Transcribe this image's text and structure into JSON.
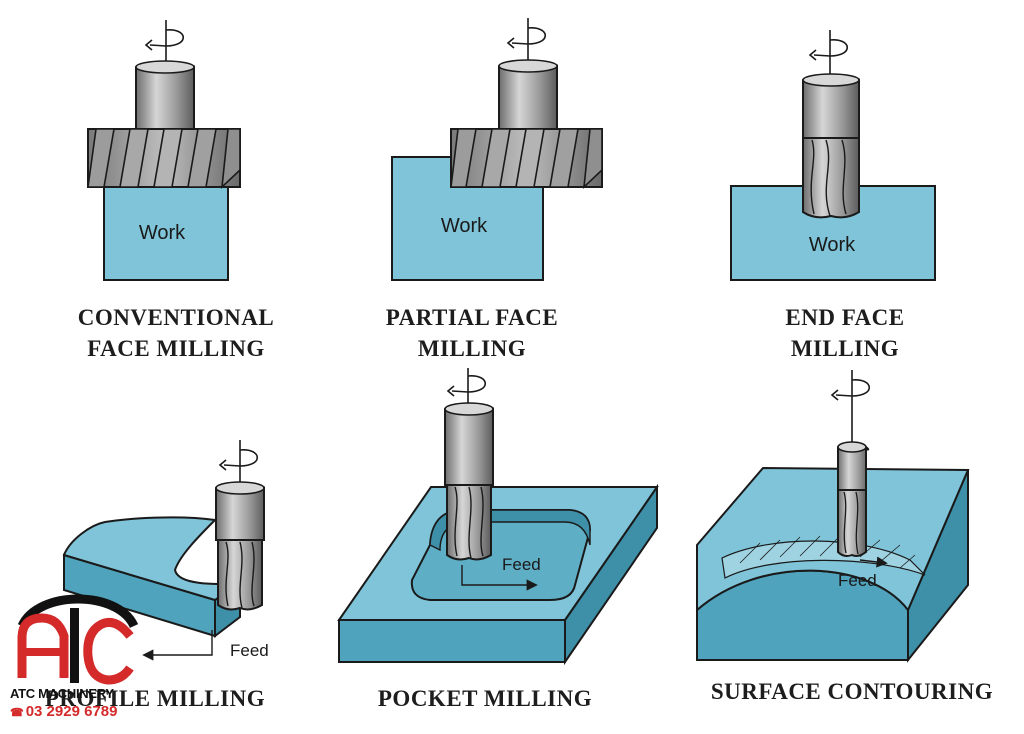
{
  "panels": [
    {
      "caption_lines": [
        "CONVENTIONAL",
        "FACE MILLING"
      ],
      "work_label": "Work"
    },
    {
      "caption_lines": [
        "PARTIAL FACE",
        "MILLING"
      ],
      "work_label": "Work"
    },
    {
      "caption_lines": [
        "END FACE",
        "MILLING"
      ],
      "work_label": "Work"
    },
    {
      "caption_lines": [
        "PROFILE MILLING"
      ],
      "feed_label": "Feed"
    },
    {
      "caption_lines": [
        "POCKET  MILLING"
      ],
      "feed_label": "Feed"
    },
    {
      "caption_lines": [
        "SURFACE CONTOURING"
      ],
      "feed_label": "Feed"
    }
  ],
  "watermark": {
    "brand": "ATC MACHINERY",
    "phone": "03 2929 6789",
    "phone_icon": "phone-icon",
    "colors": {
      "red": "#d42a2a",
      "black": "#111111"
    }
  },
  "colors": {
    "work": "#7fc4d8",
    "work_side": "#4fa3bd",
    "tool": "#a3a3a3",
    "outline": "#1a1a1a"
  }
}
